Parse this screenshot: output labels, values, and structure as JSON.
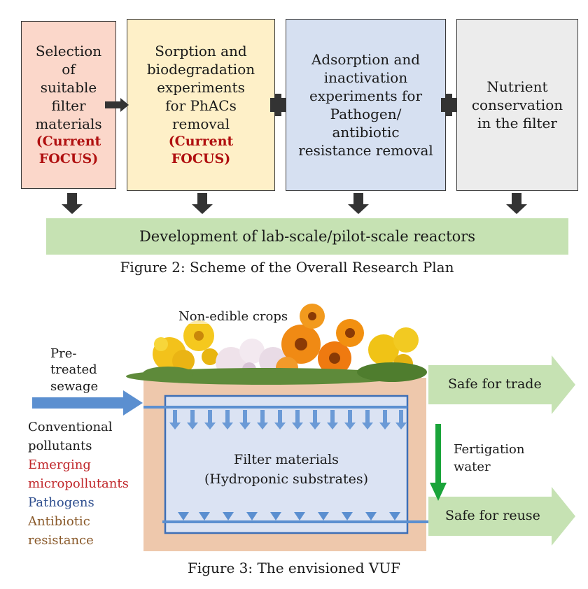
{
  "figure2": {
    "boxes": [
      {
        "lines": [
          "Selection",
          "of",
          "suitable",
          "filter",
          "materials"
        ],
        "focus": [
          "(Current",
          "FOCUS)"
        ],
        "color": "#fbd7ca"
      },
      {
        "lines": [
          "Sorption and",
          "biodegradation",
          "experiments",
          "for PhACs",
          "removal"
        ],
        "focus": [
          "(Current",
          "FOCUS)"
        ],
        "color": "#fef0c8"
      },
      {
        "lines": [
          "Adsorption and",
          "inactivation",
          "experiments for",
          "Pathogen/",
          "antibiotic",
          "resistance removal"
        ],
        "focus": [],
        "color": "#d6e0f1"
      },
      {
        "lines": [
          "Nutrient",
          "conservation",
          "in the filter"
        ],
        "focus": [],
        "color": "#ececec"
      }
    ],
    "development_bar": "Development of lab-scale/pilot-scale reactors",
    "caption": "Figure 2: Scheme of the Overall Research Plan"
  },
  "figure3": {
    "crops_label": "Non-edible crops",
    "input_label": [
      "Pre-",
      "treated",
      "sewage"
    ],
    "pollutants": [
      {
        "text": "Conventional",
        "color": "#1a1a1a"
      },
      {
        "text": "pollutants",
        "color": "#1a1a1a"
      },
      {
        "text": "Emerging",
        "color": "#c0262a"
      },
      {
        "text": "micropollutants",
        "color": "#c0262a"
      },
      {
        "text": "Pathogens",
        "color": "#2f4f8f"
      },
      {
        "text": "Antibiotic",
        "color": "#8a5a2b"
      },
      {
        "text": "resistance",
        "color": "#8a5a2b"
      }
    ],
    "filter_label": [
      "Filter materials",
      "(Hydroponic substrates)"
    ],
    "trade_label": "Safe for trade",
    "reuse_label": "Safe for reuse",
    "fertigation_label": [
      "Fertigation",
      "water"
    ],
    "caption": "Figure 3: The envisioned VUF"
  }
}
